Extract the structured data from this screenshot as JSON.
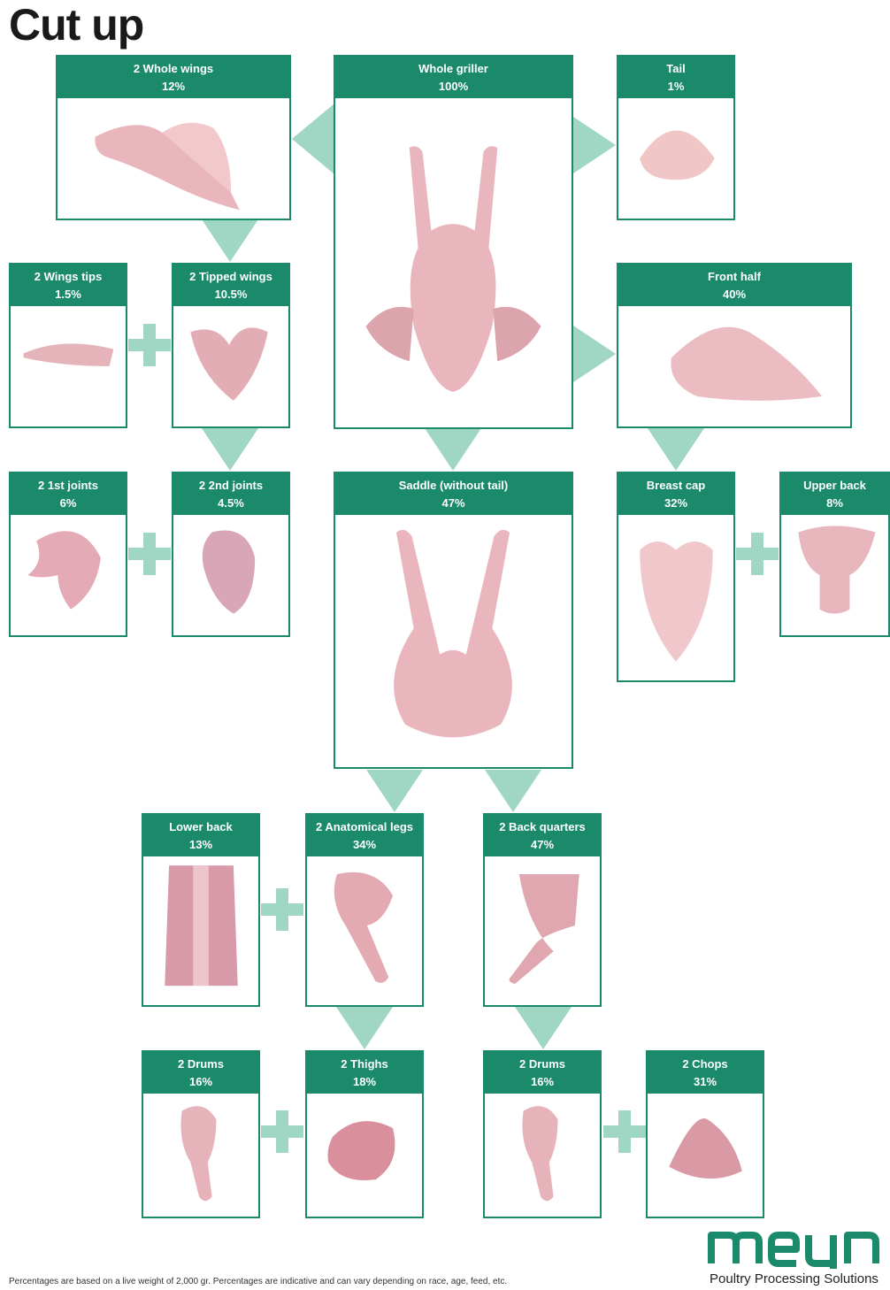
{
  "title": "Cut up",
  "colors": {
    "header": "#1a8a6a",
    "connector": "#9fd6c4",
    "meat": "#e9b6bd"
  },
  "boxes": [
    {
      "id": "whole-wings",
      "name": "2 Whole wings",
      "pct": "12%"
    },
    {
      "id": "whole-griller",
      "name": "Whole griller",
      "pct": "100%"
    },
    {
      "id": "tail",
      "name": "Tail",
      "pct": "1%"
    },
    {
      "id": "wing-tips",
      "name": "2 Wings tips",
      "pct": "1.5%"
    },
    {
      "id": "tipped-wings",
      "name": "2 Tipped wings",
      "pct": "10.5%"
    },
    {
      "id": "front-half",
      "name": "Front half",
      "pct": "40%"
    },
    {
      "id": "first-joints",
      "name": "2 1st joints",
      "pct": "6%"
    },
    {
      "id": "second-joints",
      "name": "2 2nd joints",
      "pct": "4.5%"
    },
    {
      "id": "saddle",
      "name": "Saddle (without tail)",
      "pct": "47%"
    },
    {
      "id": "breast-cap",
      "name": "Breast cap",
      "pct": "32%"
    },
    {
      "id": "upper-back",
      "name": "Upper back",
      "pct": "8%"
    },
    {
      "id": "lower-back",
      "name": "Lower back",
      "pct": "13%"
    },
    {
      "id": "anatomical-legs",
      "name": "2 Anatomical legs",
      "pct": "34%"
    },
    {
      "id": "back-quarters",
      "name": "2 Back quarters",
      "pct": "47%"
    },
    {
      "id": "drums-left",
      "name": "2 Drums",
      "pct": "16%"
    },
    {
      "id": "thighs",
      "name": "2 Thighs",
      "pct": "18%"
    },
    {
      "id": "drums-right",
      "name": "2 Drums",
      "pct": "16%"
    },
    {
      "id": "chops",
      "name": "2 Chops",
      "pct": "31%"
    }
  ],
  "footnote": "Percentages are based on a live weight of 2,000 gr. Percentages are indicative and can vary depending on race, age, feed, etc.",
  "brand": {
    "logo": "meyn",
    "tagline": "Poultry Processing Solutions"
  }
}
